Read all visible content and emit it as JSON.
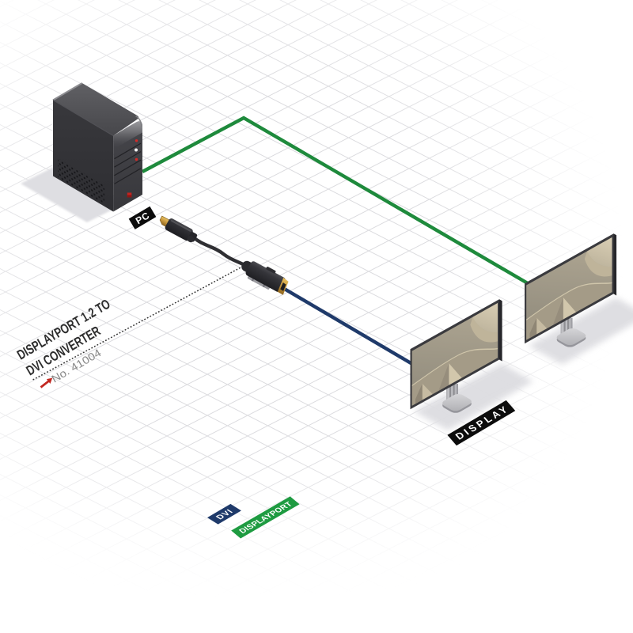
{
  "figure": {
    "heading_line1": "DISPLAYPORT 1.2 TO",
    "heading_line2": "DVI CONVERTER",
    "product_number": "No. 41004",
    "labels": {
      "pc": "PC",
      "display": "DISPLAY",
      "dvi": "DVI",
      "displayport": "DISPLAYPORT"
    },
    "colors": {
      "displayport_cable": "#1e8a3c",
      "dvi_cable": "#1f3a6a",
      "displayport_label_bg": "#1e9b41",
      "dvi_label_bg": "#1f3a6a",
      "tag_bg": "#0c0c0c",
      "heading_text": "#2d2d2d",
      "product_number_text": "#878787",
      "arrow": "#c22821"
    }
  }
}
